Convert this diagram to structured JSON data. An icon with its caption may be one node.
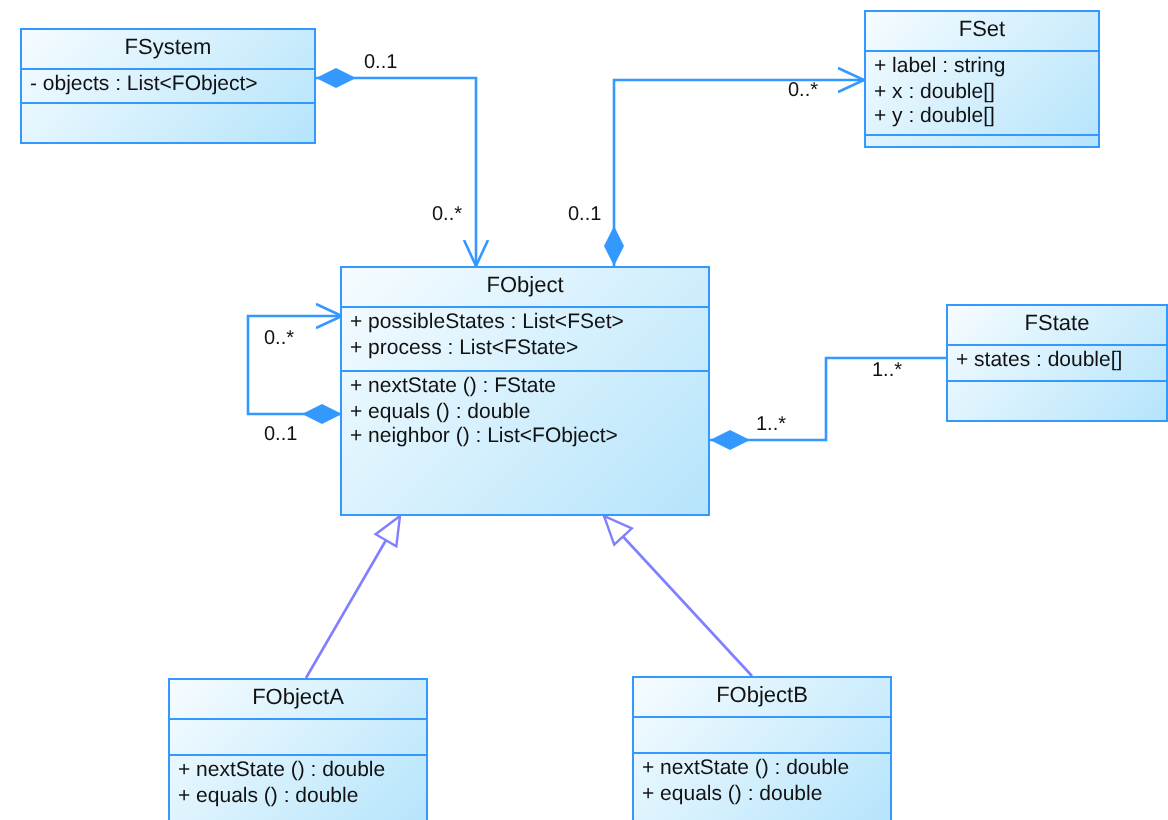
{
  "diagram": {
    "nodes": [
      {
        "text": [
          "FSystem"
        ]
      },
      {
        "text": [
          "- objects : List<FObject>"
        ],
        "in": 0
      },
      {
        "text": [],
        "shape": "box",
        "in": 0
      },
      {
        "text": [
          "FSet"
        ]
      },
      {
        "text": [
          "+ label : string",
          "+ x : double[]",
          "+ y : double[]"
        ],
        "in": 3
      },
      {
        "text": [],
        "shape": "box",
        "in": 3
      },
      {
        "text": [
          "FObject"
        ]
      },
      {
        "text": [
          "+ possibleStates : List<FSet>",
          "+ process : List<FState>"
        ],
        "in": 6
      },
      {
        "text": [
          "+ nextState () : FState",
          "+ equals () : double",
          "+ neighbor () : List<FObject>"
        ],
        "in": 6
      },
      {
        "text": [
          "FState"
        ]
      },
      {
        "text": [
          "+ states : double[]"
        ],
        "in": 9
      },
      {
        "text": [],
        "shape": "box",
        "in": 9
      },
      {
        "text": [
          "FObjectA"
        ]
      },
      {
        "text": [],
        "shape": "box",
        "in": 12
      },
      {
        "text": [
          "+ nextState () : double",
          "+ equals () : double"
        ],
        "in": 12
      },
      {
        "text": [
          "FObjectB"
        ]
      },
      {
        "text": [],
        "shape": "box",
        "in": 15
      },
      {
        "text": [
          "+ nextState () : double",
          "+ equals () : double"
        ],
        "in": 15
      }
    ],
    "edges": [
      {
        "from": 0,
        "to": 6,
        "arrow": "to"
      },
      {
        "from": 6,
        "to": 3,
        "arrow": "to"
      },
      {
        "from": 8,
        "to": 7,
        "arrow": "to"
      },
      {
        "from": 6,
        "to": 9,
        "arrow": "other"
      },
      {
        "from": 12,
        "to": 6,
        "arrow": "to",
        "color": "#8080ff"
      },
      {
        "from": 15,
        "to": 6,
        "arrow": "to",
        "color": "#8080ff"
      }
    ],
    "labels": [
      "0..1",
      "0..*",
      "0..*",
      "0..1",
      "0..*",
      "1..*",
      "0..1",
      "1..*"
    ]
  }
}
